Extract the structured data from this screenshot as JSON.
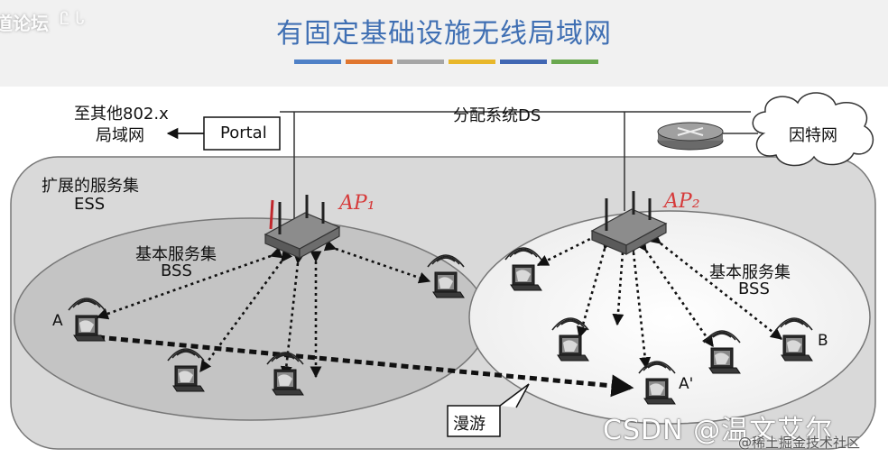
{
  "header": {
    "title": "有固定基础设施无线局域网",
    "logo_text": "道论坛",
    "logo_mark": "Ꮭ Ꮣ",
    "color_bars": [
      "#4f81c7",
      "#e0762f",
      "#a6a6a6",
      "#e8b72a",
      "#4167b3",
      "#6aa84f"
    ]
  },
  "labels": {
    "other_lan_line1": "至其他802.x",
    "other_lan_line2": "局域网",
    "portal": "Portal",
    "ds": "分配系统DS",
    "internet": "因特网",
    "ess_line1": "扩展的服务集",
    "ess_line2": "ESS",
    "bss1_line1": "基本服务集",
    "bss1_line2": "BSS",
    "bss2_line1": "基本服务集",
    "bss2_line2": "BSS",
    "ap1": "AP₁",
    "ap2": "AP₂",
    "station_a": "A",
    "station_a_prime": "A'",
    "station_b": "B",
    "roaming": "漫游"
  },
  "watermark": {
    "main": "CSDN @温文艾尔",
    "sub": "@稀土掘金技术社区"
  }
}
